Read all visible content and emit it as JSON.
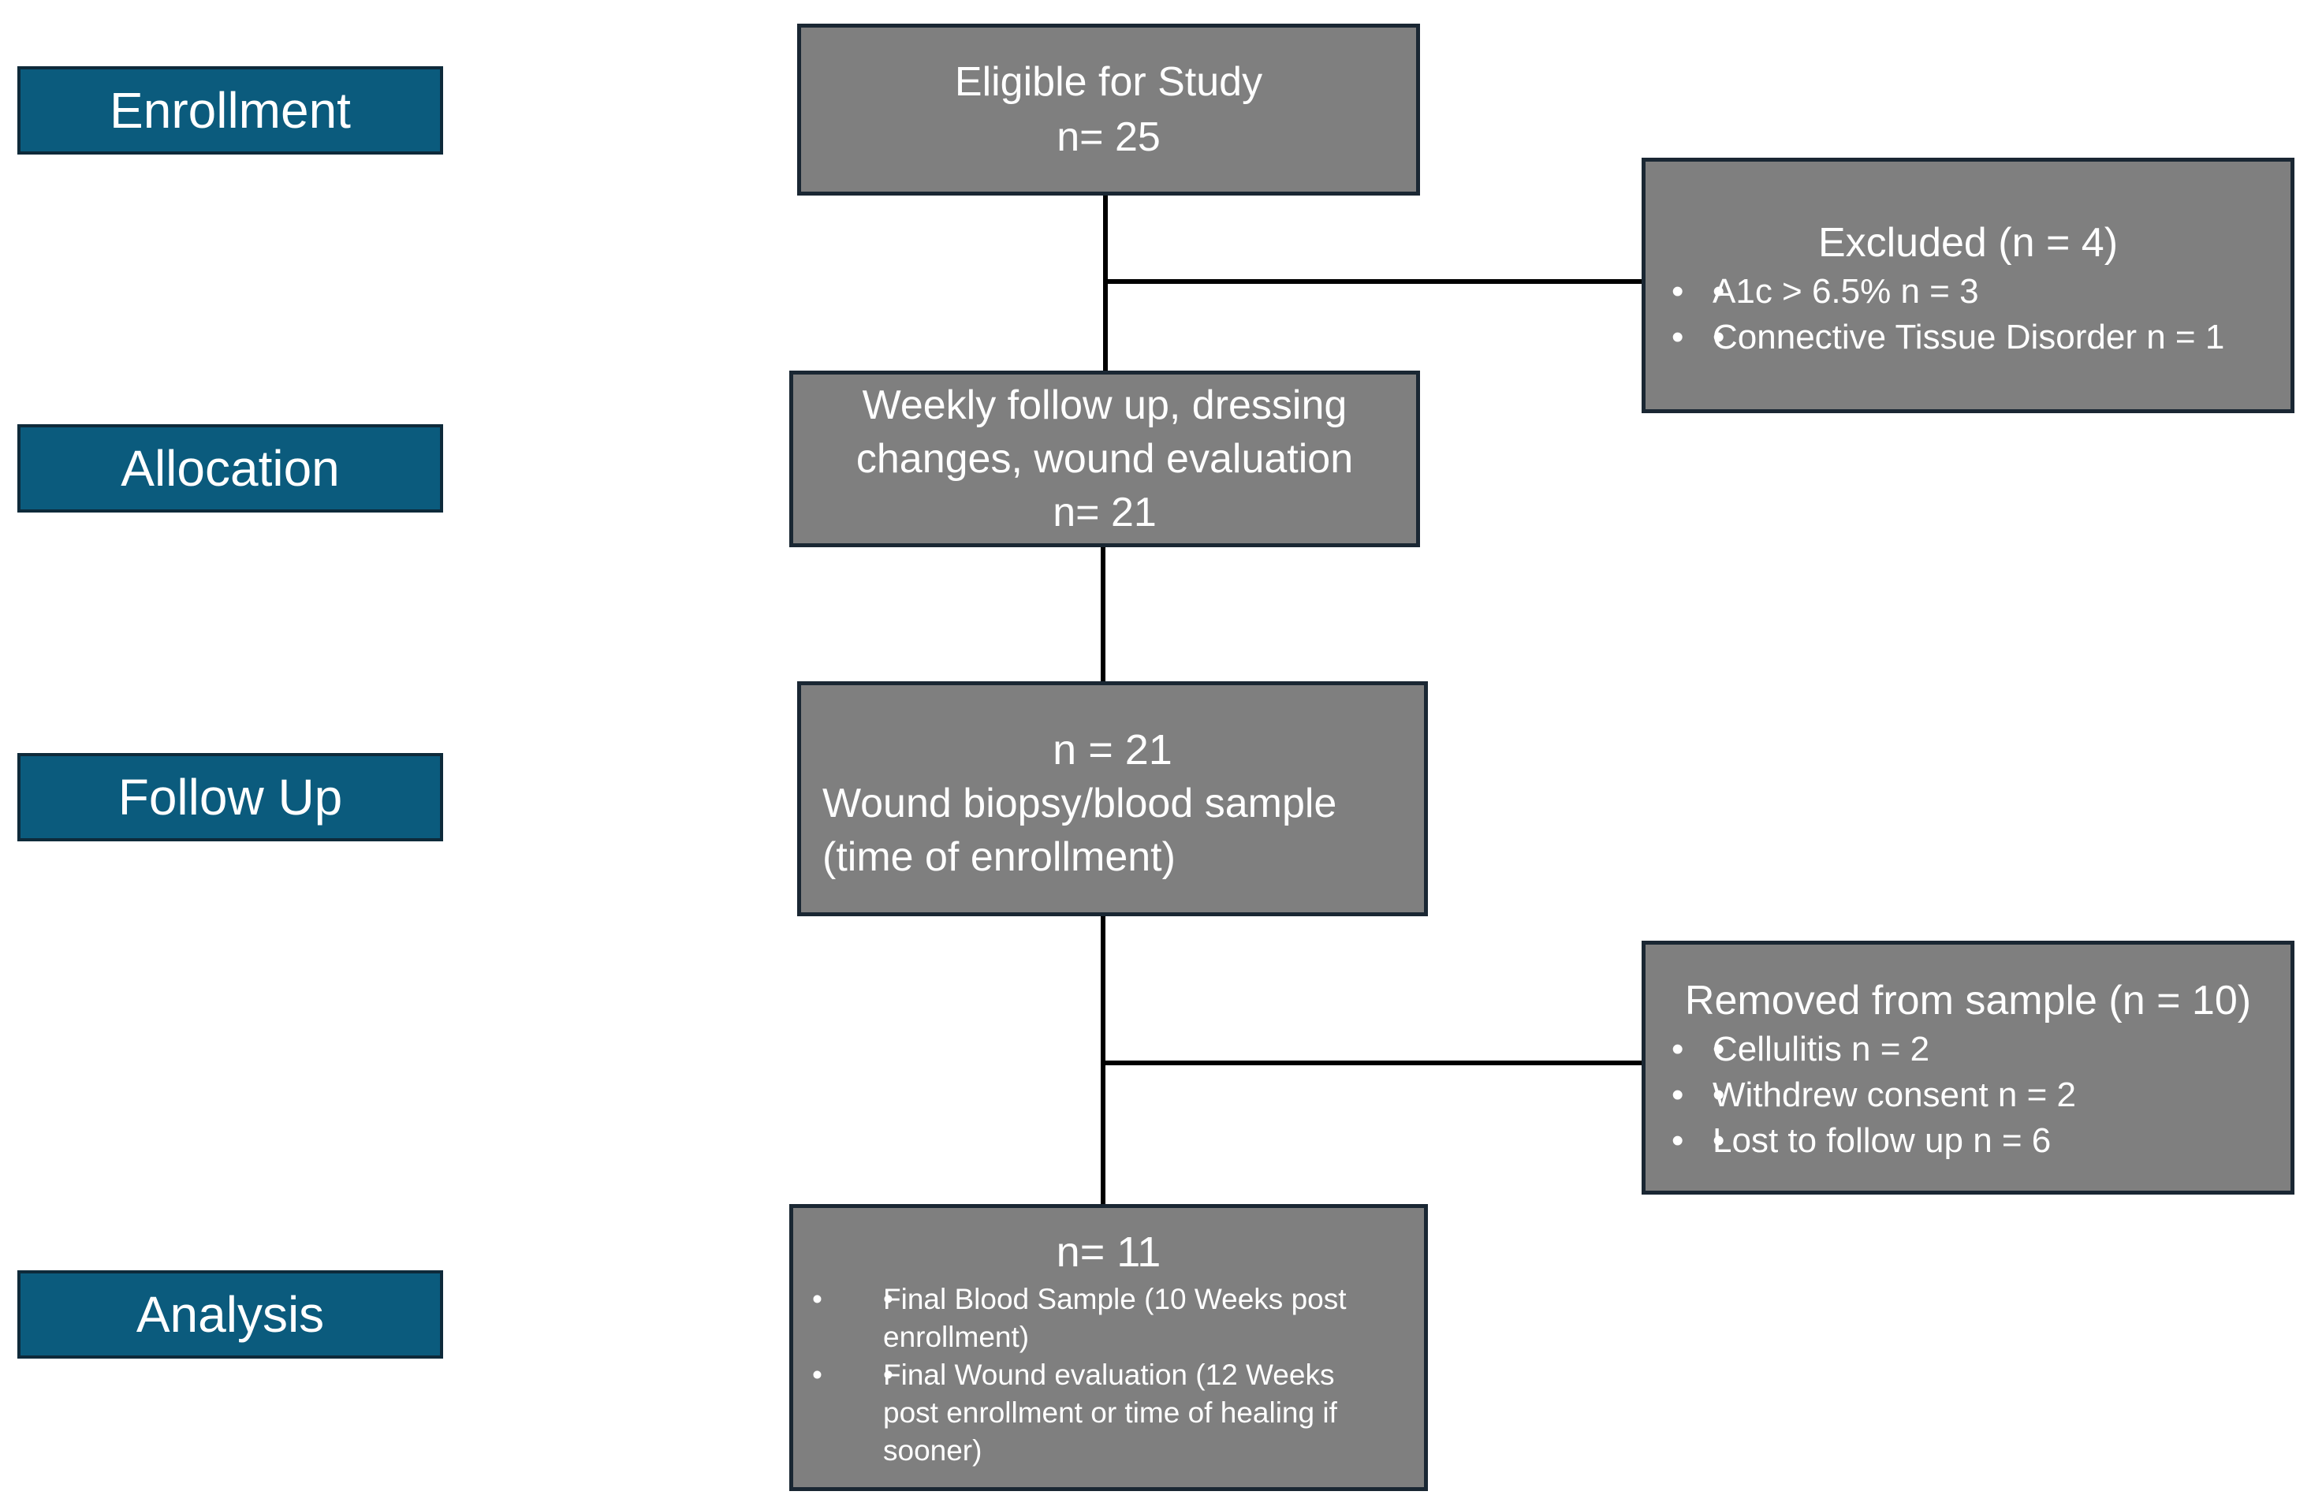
{
  "stages": {
    "enrollment": "Enrollment",
    "allocation": "Allocation",
    "follow_up": "Follow Up",
    "analysis": "Analysis"
  },
  "eligible": {
    "line1": "Eligible for Study",
    "line2": "n= 25"
  },
  "excluded": {
    "title": "Excluded (n = 4)",
    "items": [
      "A1c > 6.5% n = 3",
      "Connective Tissue Disorder n = 1"
    ]
  },
  "weekly": {
    "line1": "Weekly follow up, dressing",
    "line2": "changes, wound evaluation",
    "line3": "n= 21"
  },
  "biopsy": {
    "line1": "n = 21",
    "line2": "Wound biopsy/blood sample",
    "line3": "(time of enrollment)"
  },
  "removed": {
    "title": "Removed from sample (n = 10)",
    "items": [
      "Cellulitis n = 2",
      "Withdrew consent n = 2",
      "Lost to follow up n = 6"
    ]
  },
  "final": {
    "title": "n= 11",
    "items": [
      "Final Blood Sample (10 Weeks post enrollment)",
      "Final Wound evaluation (12 Weeks post enrollment  or time of healing if sooner)"
    ]
  }
}
